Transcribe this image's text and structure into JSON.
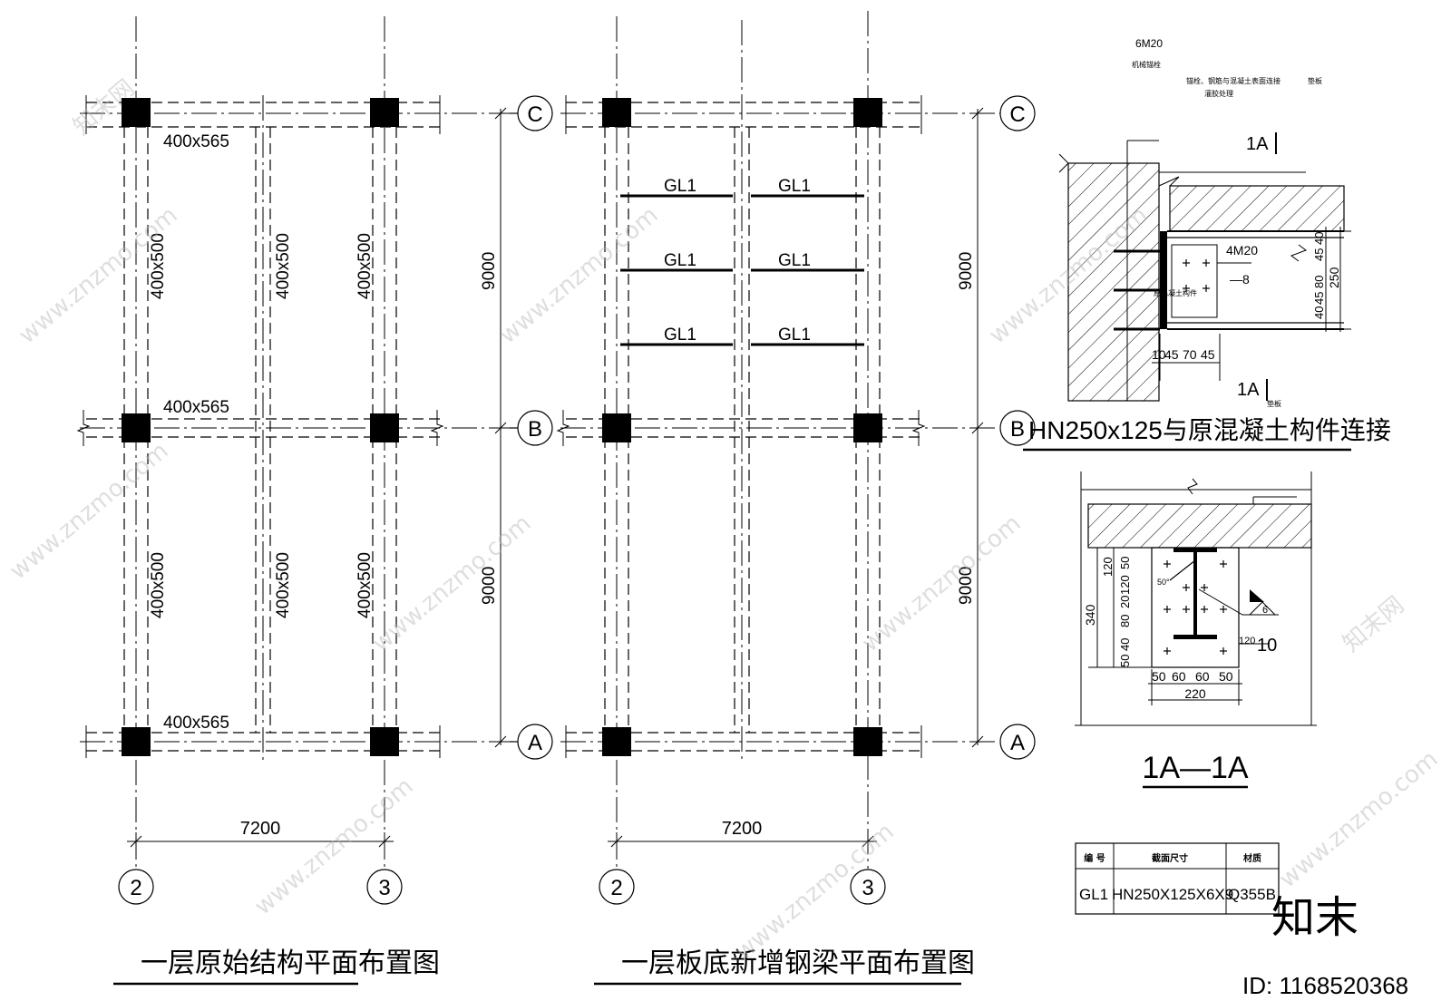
{
  "plan1": {
    "title": "一层原始结构平面布置图",
    "beam_top": "400x565",
    "beam_mid": "400x565",
    "beam_bot": "400x565",
    "col_beam_1": "400x500",
    "col_beam_2": "400x500",
    "col_beam_3": "400x500",
    "col_beam_4": "400x500",
    "col_beam_5": "400x500",
    "col_beam_6": "400x500",
    "dim_h": "7200",
    "dim_v1": "9000",
    "dim_v2": "9000"
  },
  "plan2": {
    "title": "一层板底新增钢梁平面布置图",
    "gl_labels": [
      "GL1",
      "GL1",
      "GL1",
      "GL1",
      "GL1",
      "GL1"
    ],
    "dim_h": "7200",
    "dim_v1": "9000",
    "dim_v2": "9000"
  },
  "axes": {
    "c": "C",
    "b": "B",
    "a": "A",
    "n2": "2",
    "n3": "3"
  },
  "detail_conn": {
    "top_label": "6M20",
    "top_sub": "机械锚栓",
    "note1": "锚栓、钢筋与混凝土表面连接",
    "note2": "灌胶处理",
    "note3": "垫板",
    "section_mark": "1A",
    "bolt_label": "4M20",
    "plate_label": "—8",
    "plate_note": "原混凝土构件",
    "dim_right": [
      "40",
      "45",
      "80",
      "45",
      "40"
    ],
    "dim_right_total": "250",
    "dim_bottom": [
      "10",
      "45",
      "70",
      "45"
    ],
    "pad_note": "垫板",
    "title": "HN250x125与原混凝土构件连接"
  },
  "detail_section": {
    "dims_left": [
      "50",
      "120",
      "20",
      "120",
      "80",
      "40",
      "50"
    ],
    "dim_left_total": "340",
    "weld_angle": "50°",
    "weld_size": "6",
    "plate_thk": "10",
    "plate_thk_sub": "120",
    "dims_bottom": [
      "50",
      "60",
      "60",
      "50"
    ],
    "dim_bottom_total": "220",
    "title": "1A—1A"
  },
  "table": {
    "headers": [
      "编  号",
      "截面尺寸",
      "材质"
    ],
    "row": [
      "GL1",
      "HN250X125X6X9",
      "Q355B"
    ]
  },
  "watermark": {
    "logo": "知末",
    "id_text": "ID: 1168520368",
    "site": "www.znzmo.com",
    "site_cn": "知末网"
  }
}
